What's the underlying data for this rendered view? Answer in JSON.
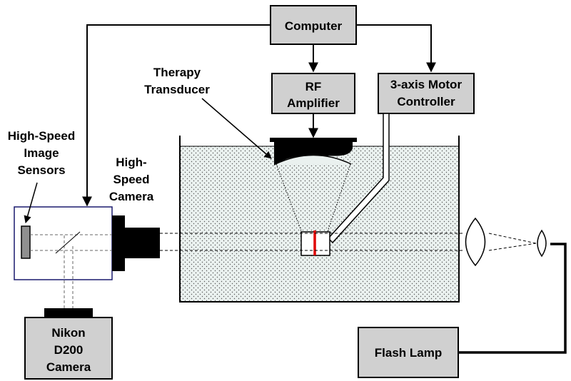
{
  "boxes": {
    "computer": "Computer",
    "rf_amplifier": [
      "RF",
      "Amplifier"
    ],
    "motor_controller": [
      "3-axis Motor",
      "Controller"
    ],
    "nikon_camera": [
      "Nikon",
      "D200",
      "Camera"
    ],
    "flash_lamp": "Flash Lamp"
  },
  "labels": {
    "therapy_transducer": [
      "Therapy",
      "Transducer"
    ],
    "image_sensors": [
      "High-Speed",
      "Image",
      "Sensors"
    ],
    "high_speed_camera": [
      "High-",
      "Speed",
      "Camera"
    ]
  },
  "colors": {
    "box_fill": "#d0d0d0",
    "tank_fill": "#eaf1ef",
    "camera_border": "#1a1a6e",
    "target_line": "#e00000",
    "sensor_fill": "#909090"
  }
}
